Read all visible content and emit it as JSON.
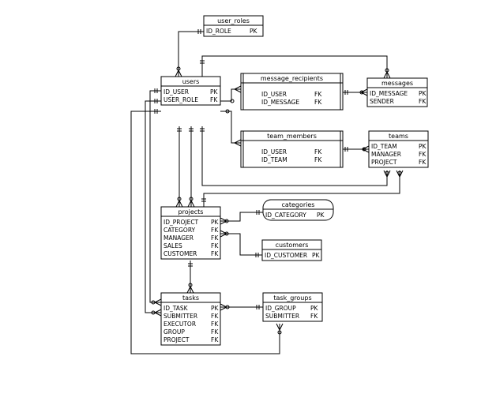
{
  "entities": [
    {
      "id": "user_roles",
      "title": "user_roles",
      "fields": [
        {
          "name": "ID_ROLE",
          "key": "PK"
        }
      ]
    },
    {
      "id": "users",
      "title": "users",
      "fields": [
        {
          "name": "ID_USER",
          "key": "PK"
        },
        {
          "name": "USER_ROLE",
          "key": "FK"
        }
      ]
    },
    {
      "id": "message_recipients",
      "title": "message_recipients",
      "fields": [
        {
          "name": "ID_USER",
          "key": "FK"
        },
        {
          "name": "ID_MESSAGE",
          "key": "FK"
        }
      ]
    },
    {
      "id": "messages",
      "title": "messages",
      "fields": [
        {
          "name": "ID_MESSAGE",
          "key": "PK"
        },
        {
          "name": "SENDER",
          "key": "FK"
        }
      ]
    },
    {
      "id": "team_members",
      "title": "team_members",
      "fields": [
        {
          "name": "ID_USER",
          "key": "FK"
        },
        {
          "name": "ID_TEAM",
          "key": "FK"
        }
      ]
    },
    {
      "id": "teams",
      "title": "teams",
      "fields": [
        {
          "name": "ID_TEAM",
          "key": "PK"
        },
        {
          "name": "MANAGER",
          "key": "FK"
        },
        {
          "name": "PROJECT",
          "key": "FK"
        }
      ]
    },
    {
      "id": "projects",
      "title": "projects",
      "fields": [
        {
          "name": "ID_PROJECT",
          "key": "PK"
        },
        {
          "name": "CATEGORY",
          "key": "FK"
        },
        {
          "name": "MANAGER",
          "key": "FK"
        },
        {
          "name": "SALES",
          "key": "FK"
        },
        {
          "name": "CUSTOMER",
          "key": "FK"
        }
      ]
    },
    {
      "id": "categories",
      "title": "categories",
      "fields": [
        {
          "name": "ID_CATEGORY",
          "key": "PK"
        }
      ]
    },
    {
      "id": "customers",
      "title": "customers",
      "fields": [
        {
          "name": "ID_CUSTOMER",
          "key": "PK"
        }
      ]
    },
    {
      "id": "tasks",
      "title": "tasks",
      "fields": [
        {
          "name": "ID_TASK",
          "key": "PK"
        },
        {
          "name": "SUBMITTER",
          "key": "FK"
        },
        {
          "name": "EXECUTOR",
          "key": "FK"
        },
        {
          "name": "GROUP",
          "key": "FK"
        },
        {
          "name": "PROJECT",
          "key": "FK"
        }
      ]
    },
    {
      "id": "task_groups",
      "title": "task_groups",
      "fields": [
        {
          "name": "ID_GROUP",
          "key": "PK"
        },
        {
          "name": "SUBMITTER",
          "key": "FK"
        }
      ]
    }
  ]
}
